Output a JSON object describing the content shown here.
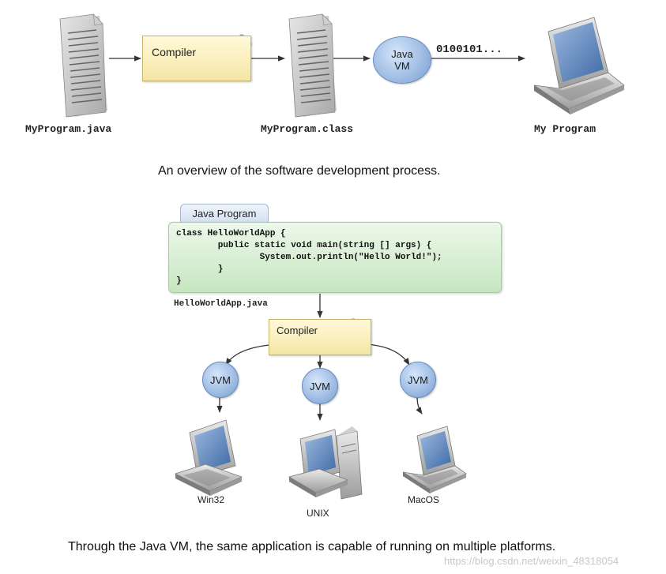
{
  "top": {
    "source_file": "MyProgram.java",
    "compiler_label": "Compiler",
    "class_file": "MyProgram.class",
    "vm_line1": "Java",
    "vm_line2": "VM",
    "binary_text": "0100101...",
    "program_label": "My Program",
    "caption": "An overview of the software development process."
  },
  "bottom": {
    "tab_label": "Java Program",
    "code_lines": [
      "class HelloWorldApp {",
      "        public static void main(string [] args) {",
      "                System.out.println(\"Hello World!\");",
      "        }",
      "}"
    ],
    "file_label": "HelloWorldApp.java",
    "compiler_label": "Compiler",
    "jvm_labels": [
      "JVM",
      "JVM",
      "JVM"
    ],
    "platforms": [
      "Win32",
      "UNIX",
      "MacOS"
    ],
    "caption": "Through the Java VM, the same application is capable of running on multiple platforms."
  },
  "watermark": "https://blog.csdn.net/weixin_48318054",
  "icons": [
    "document-icon",
    "gears-icon",
    "laptop-icon",
    "desktop-monitor-icon",
    "workstation-tower-icon"
  ],
  "colors": {
    "compiler_fill": "#f8ebb4",
    "vm_fill": "#a6c2e8",
    "code_panel_fill": "#d4ecd0",
    "tab_fill": "#dbe6f2"
  }
}
